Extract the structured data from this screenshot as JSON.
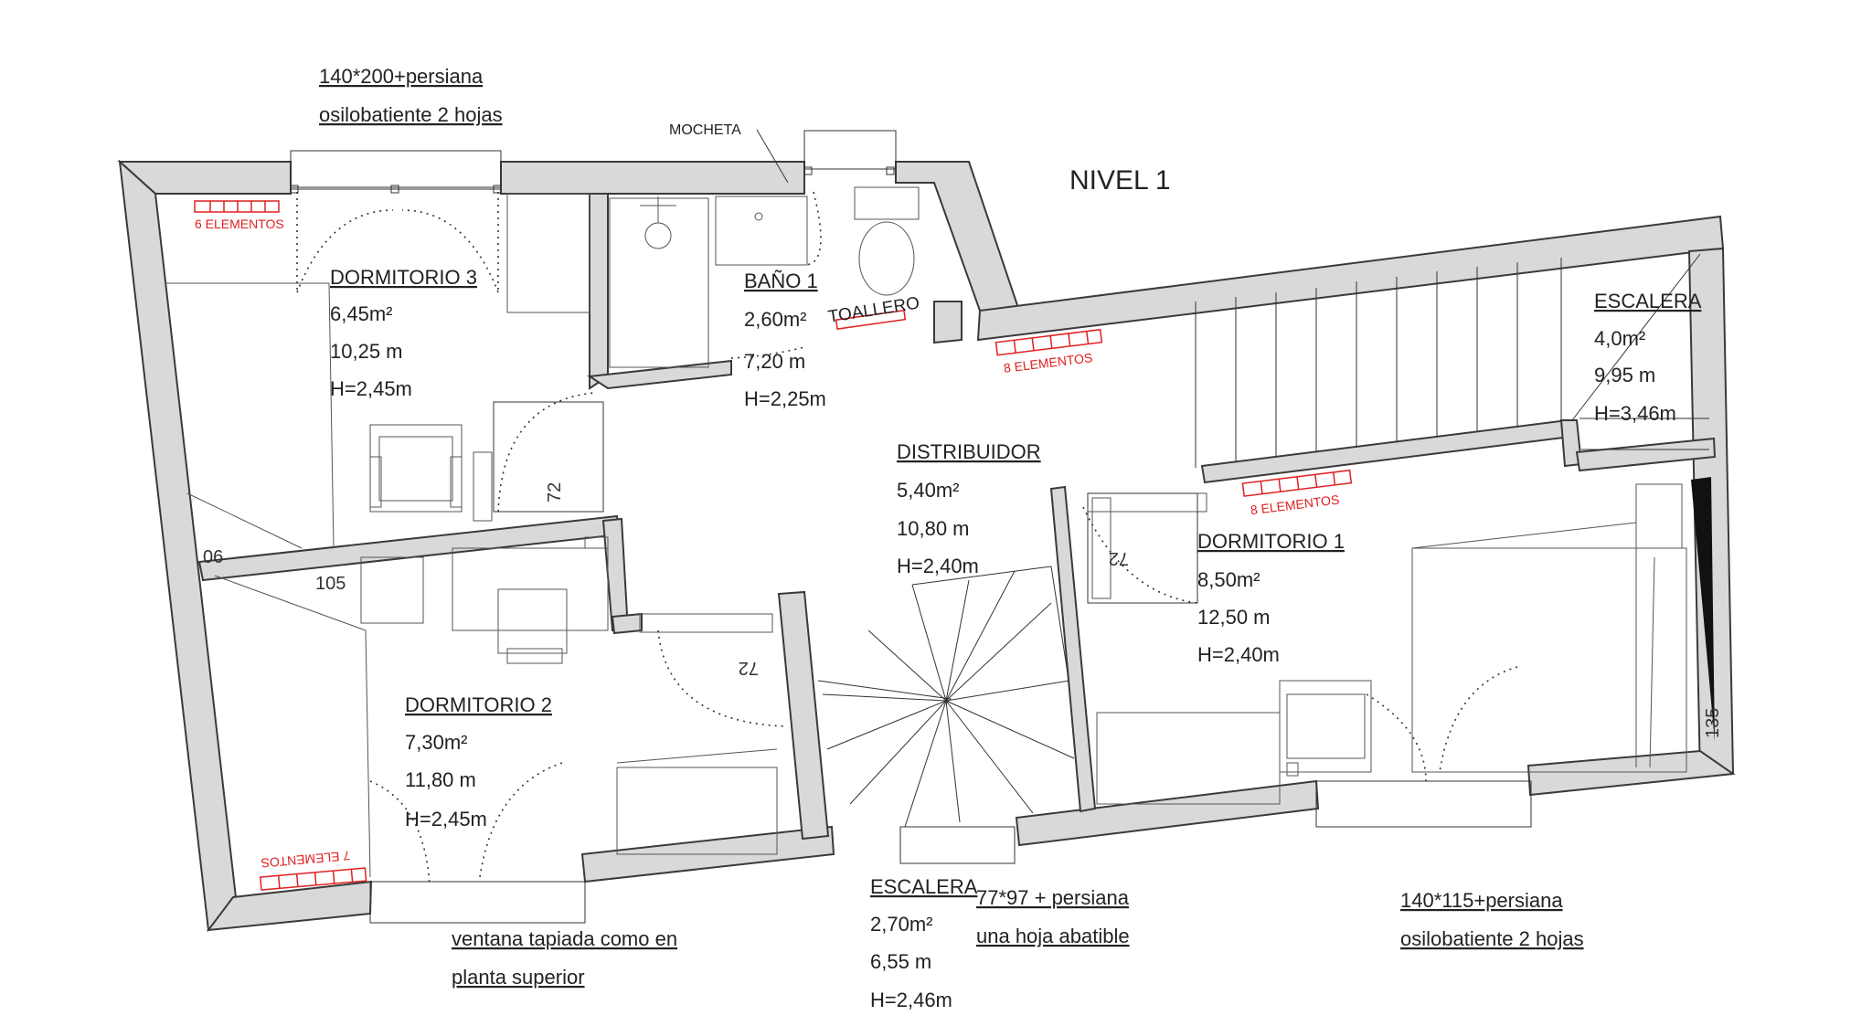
{
  "plan_title": "NIVEL 1",
  "labels": {
    "mocheta": "MOCHETA",
    "toallero": "TOALLERO"
  },
  "rooms": [
    {
      "name": "DORMITORIO 3",
      "area": "6,45m²",
      "perimeter": "10,25 m",
      "height": "H=2,45m"
    },
    {
      "name": "BAÑO 1",
      "area": "2,60m²",
      "perimeter": "7,20 m",
      "height": "H=2,25m"
    },
    {
      "name": "ESCALERA",
      "area": "4,0m²",
      "perimeter": "9,95 m",
      "height": "H=3,46m"
    },
    {
      "name": "DISTRIBUIDOR",
      "area": "5,40m²",
      "perimeter": "10,80 m",
      "height": "H=2,40m"
    },
    {
      "name": "DORMITORIO 1",
      "area": "8,50m²",
      "perimeter": "12,50 m",
      "height": "H=2,40m"
    },
    {
      "name": "DORMITORIO 2",
      "area": "7,30m²",
      "perimeter": "11,80 m",
      "height": "H=2,45m"
    },
    {
      "name": "ESCALERA",
      "area": "2,70m²",
      "perimeter": "6,55 m",
      "height": "H=2,46m"
    }
  ],
  "radiators": [
    "6 ELEMENTOS",
    "8 ELEMENTOS",
    "8 ELEMENTOS",
    "7 ELEMENTOS"
  ],
  "window_notes": [
    {
      "line1": "140*200+persiana",
      "line2": "osilobatiente 2 hojas"
    },
    {
      "line1": "ventana tapiada como en",
      "line2": "planta superior"
    },
    {
      "line1": "77*97 + persiana",
      "line2": "una hoja abatible"
    },
    {
      "line1": "140*115+persiana",
      "line2": "osilobatiente 2 hojas"
    }
  ],
  "dimensions": [
    "06",
    "105",
    "72",
    "72",
    "72",
    "135"
  ]
}
